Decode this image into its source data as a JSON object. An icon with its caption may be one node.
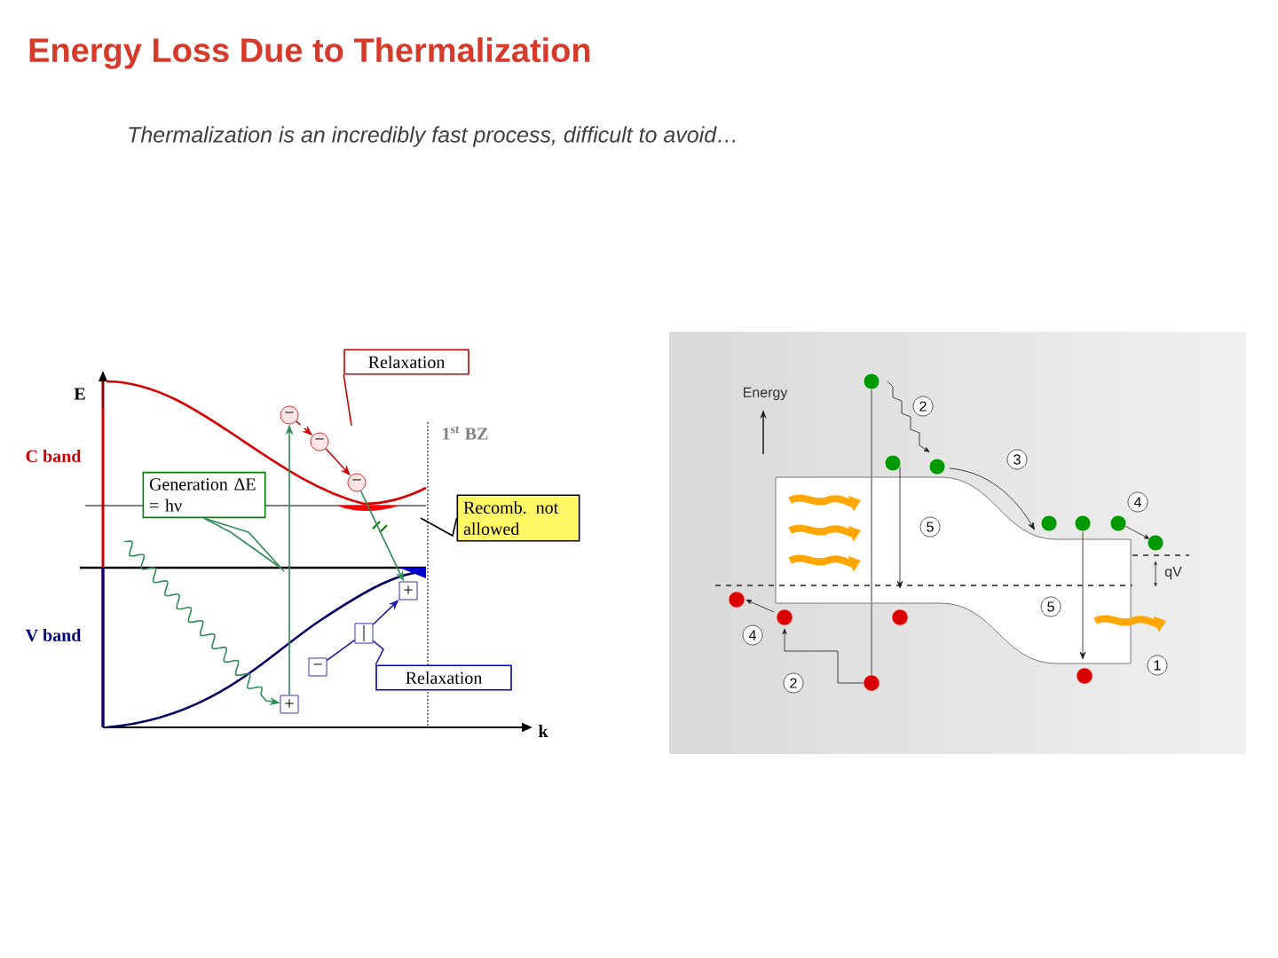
{
  "diagram": {
    "title": "Energy Loss Due to Thermalization",
    "nodes": [
      {
        "text": [
          "Relaxation"
        ]
      },
      {
        "text": [
          "−"
        ]
      },
      {
        "text": [
          "−"
        ]
      },
      {
        "text": [
          "−"
        ]
      },
      {
        "text": [
          "Generation ΔE = hν"
        ]
      },
      {
        "text": [
          "Recomb. not allowed"
        ]
      },
      {
        "text": [
          "+"
        ]
      },
      {
        "text": [
          "|"
        ]
      },
      {
        "text": [
          "−"
        ]
      },
      {
        "text": [
          "+"
        ]
      },
      {
        "text": [
          "Relaxation"
        ]
      }
    ],
    "edges": [
      {
        "from": 0,
        "to": null,
        "arrow": "none",
        "color": "#cc0000"
      },
      {
        "from": 1,
        "to": 2,
        "arrow": "to",
        "style": "dashed",
        "color": "#cc0000"
      },
      {
        "from": 2,
        "to": 3,
        "arrow": "to",
        "color": "#cc0000"
      },
      {
        "from": 9,
        "to": 1,
        "arrow": "to",
        "color": "#2e8b57"
      },
      {
        "from": 3,
        "to": 6,
        "arrow": "to",
        "color": "#2e8b57"
      },
      {
        "from": 4,
        "to": null,
        "arrow": "none",
        "color": "#2e8b57"
      },
      {
        "from": 4,
        "to": null,
        "arrow": "none",
        "color": "#2e8b57"
      },
      {
        "from": 5,
        "to": null,
        "arrow": "none",
        "color": "#000000"
      },
      {
        "from": 8,
        "to": 7,
        "arrow": "none",
        "color": "#1a1aa0"
      },
      {
        "from": 7,
        "to": 6,
        "arrow": "to",
        "color": "#1a1aa0"
      },
      {
        "from": 10,
        "to": 7,
        "arrow": "none",
        "color": "#1a1aa0"
      },
      {
        "from": null,
        "to": 9,
        "arrow": "to",
        "color": "#2e8b57"
      }
    ],
    "labels": [
      "Thermalization is an incredibly fast process, difficult to avoid…",
      "E",
      "C band",
      "1$^{st}$ BZ",
      "V band",
      "k",
      "Energy",
      "2",
      "3",
      "4",
      "5",
      "qV",
      "5",
      "4",
      "1",
      "2"
    ]
  }
}
